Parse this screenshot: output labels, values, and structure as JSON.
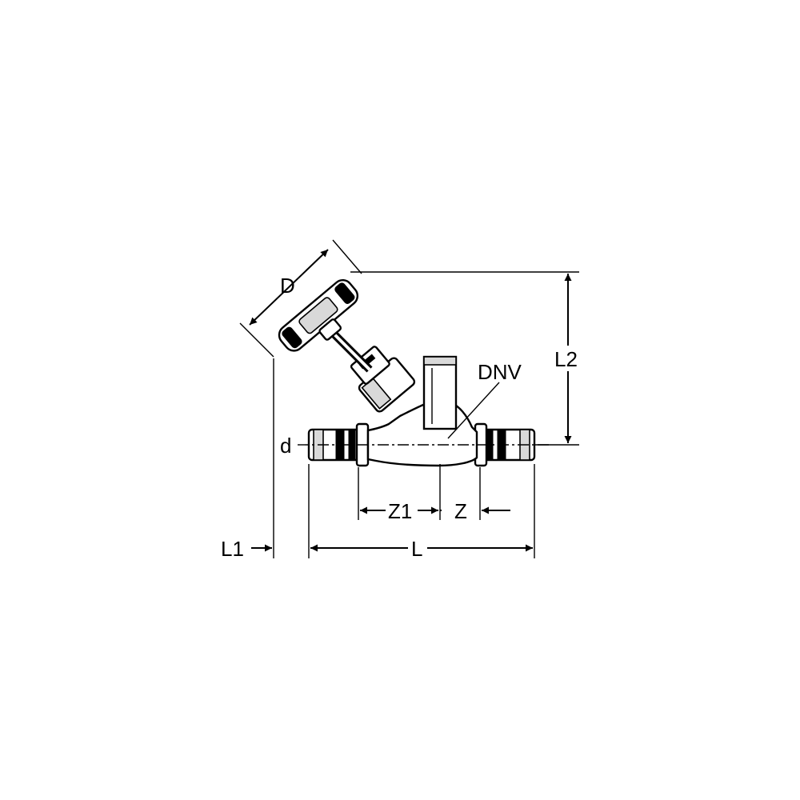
{
  "diagram": {
    "labels": {
      "D": "D",
      "L2": "L2",
      "DNV": "DNV",
      "d": "d",
      "Z1": "Z1",
      "Z": "Z",
      "L1": "L1",
      "L": "L"
    }
  }
}
